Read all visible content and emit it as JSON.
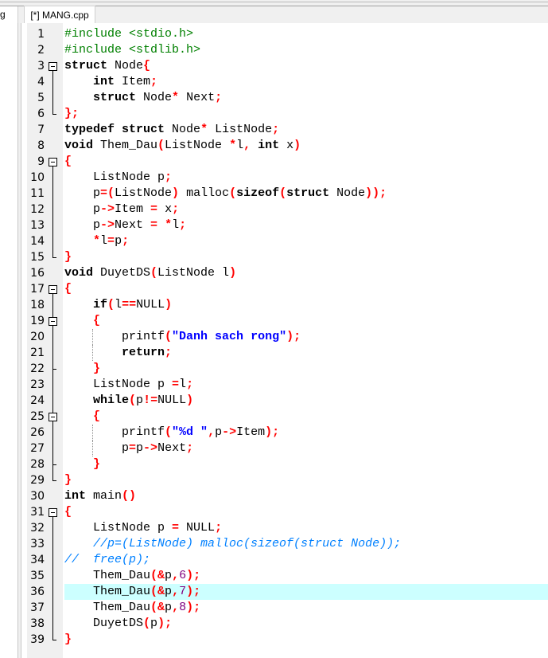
{
  "tabs": {
    "left_partial": "g",
    "active": "[*] MANG.cpp"
  },
  "highlighted_line": 36,
  "colors": {
    "preprocessor": "#008000",
    "symbol": "#ff0000",
    "string": "#0000ff",
    "comment": "#0080ff",
    "number": "#800080",
    "highlight": "#ccffff"
  },
  "lines": [
    {
      "n": "1",
      "fold": "none",
      "t": [
        [
          "p",
          "#include <stdio.h>"
        ]
      ]
    },
    {
      "n": "2",
      "fold": "none",
      "t": [
        [
          "p",
          "#include <stdlib.h>"
        ]
      ]
    },
    {
      "n": "3",
      "fold": "box",
      "t": [
        [
          "k",
          "struct"
        ],
        [
          "i",
          " Node"
        ],
        [
          "s",
          "{"
        ]
      ]
    },
    {
      "n": "4",
      "fold": "line",
      "t": [
        [
          "i",
          "    "
        ],
        [
          "k",
          "int"
        ],
        [
          "i",
          " Item"
        ],
        [
          "s",
          ";"
        ]
      ]
    },
    {
      "n": "5",
      "fold": "line",
      "t": [
        [
          "i",
          "    "
        ],
        [
          "k",
          "struct"
        ],
        [
          "i",
          " Node"
        ],
        [
          "s",
          "*"
        ],
        [
          "i",
          " Next"
        ],
        [
          "s",
          ";"
        ]
      ]
    },
    {
      "n": "6",
      "fold": "end",
      "t": [
        [
          "s",
          "};"
        ]
      ]
    },
    {
      "n": "7",
      "fold": "none",
      "t": [
        [
          "k",
          "typedef"
        ],
        [
          "i",
          " "
        ],
        [
          "k",
          "struct"
        ],
        [
          "i",
          " Node"
        ],
        [
          "s",
          "*"
        ],
        [
          "i",
          " ListNode"
        ],
        [
          "s",
          ";"
        ]
      ]
    },
    {
      "n": "8",
      "fold": "none",
      "t": [
        [
          "k",
          "void"
        ],
        [
          "i",
          " Them_Dau"
        ],
        [
          "s",
          "("
        ],
        [
          "i",
          "ListNode "
        ],
        [
          "s",
          "*"
        ],
        [
          "i",
          "l"
        ],
        [
          "s",
          ","
        ],
        [
          "i",
          " "
        ],
        [
          "k",
          "int"
        ],
        [
          "i",
          " x"
        ],
        [
          "s",
          ")"
        ]
      ]
    },
    {
      "n": "9",
      "fold": "box",
      "t": [
        [
          "s",
          "{"
        ]
      ]
    },
    {
      "n": "10",
      "fold": "line",
      "t": [
        [
          "i",
          "    ListNode p"
        ],
        [
          "s",
          ";"
        ]
      ]
    },
    {
      "n": "11",
      "fold": "line",
      "t": [
        [
          "i",
          "    p"
        ],
        [
          "s",
          "=("
        ],
        [
          "i",
          "ListNode"
        ],
        [
          "s",
          ")"
        ],
        [
          "i",
          " malloc"
        ],
        [
          "s",
          "("
        ],
        [
          "k",
          "sizeof"
        ],
        [
          "s",
          "("
        ],
        [
          "k",
          "struct"
        ],
        [
          "i",
          " Node"
        ],
        [
          "s",
          "));"
        ]
      ]
    },
    {
      "n": "12",
      "fold": "line",
      "t": [
        [
          "i",
          "    p"
        ],
        [
          "s",
          "->"
        ],
        [
          "i",
          "Item "
        ],
        [
          "s",
          "="
        ],
        [
          "i",
          " x"
        ],
        [
          "s",
          ";"
        ]
      ]
    },
    {
      "n": "13",
      "fold": "line",
      "t": [
        [
          "i",
          "    p"
        ],
        [
          "s",
          "->"
        ],
        [
          "i",
          "Next "
        ],
        [
          "s",
          "="
        ],
        [
          "i",
          " "
        ],
        [
          "s",
          "*"
        ],
        [
          "i",
          "l"
        ],
        [
          "s",
          ";"
        ]
      ]
    },
    {
      "n": "14",
      "fold": "line",
      "t": [
        [
          "i",
          "    "
        ],
        [
          "s",
          "*"
        ],
        [
          "i",
          "l"
        ],
        [
          "s",
          "="
        ],
        [
          "i",
          "p"
        ],
        [
          "s",
          ";"
        ]
      ]
    },
    {
      "n": "15",
      "fold": "end",
      "t": [
        [
          "s",
          "}"
        ]
      ]
    },
    {
      "n": "16",
      "fold": "none",
      "t": [
        [
          "k",
          "void"
        ],
        [
          "i",
          " DuyetDS"
        ],
        [
          "s",
          "("
        ],
        [
          "i",
          "ListNode l"
        ],
        [
          "s",
          ")"
        ]
      ]
    },
    {
      "n": "17",
      "fold": "box",
      "t": [
        [
          "s",
          "{"
        ]
      ]
    },
    {
      "n": "18",
      "fold": "line",
      "t": [
        [
          "i",
          "    "
        ],
        [
          "k",
          "if"
        ],
        [
          "s",
          "("
        ],
        [
          "i",
          "l"
        ],
        [
          "s",
          "=="
        ],
        [
          "i",
          "NULL"
        ],
        [
          "s",
          ")"
        ]
      ]
    },
    {
      "n": "19",
      "fold": "box2",
      "t": [
        [
          "i",
          "    "
        ],
        [
          "s",
          "{"
        ]
      ]
    },
    {
      "n": "20",
      "fold": "line",
      "guide": true,
      "t": [
        [
          "i",
          "        printf"
        ],
        [
          "s",
          "("
        ],
        [
          "t",
          "\"Danh sach rong\""
        ],
        [
          "s",
          ");"
        ]
      ]
    },
    {
      "n": "21",
      "fold": "line",
      "guide": true,
      "t": [
        [
          "i",
          "        "
        ],
        [
          "k",
          "return"
        ],
        [
          "s",
          ";"
        ]
      ]
    },
    {
      "n": "22",
      "fold": "tee",
      "t": [
        [
          "i",
          "    "
        ],
        [
          "s",
          "}"
        ]
      ]
    },
    {
      "n": "23",
      "fold": "line",
      "t": [
        [
          "i",
          "    ListNode p "
        ],
        [
          "s",
          "="
        ],
        [
          "i",
          "l"
        ],
        [
          "s",
          ";"
        ]
      ]
    },
    {
      "n": "24",
      "fold": "line",
      "t": [
        [
          "i",
          "    "
        ],
        [
          "k",
          "while"
        ],
        [
          "s",
          "("
        ],
        [
          "i",
          "p"
        ],
        [
          "s",
          "!="
        ],
        [
          "i",
          "NULL"
        ],
        [
          "s",
          ")"
        ]
      ]
    },
    {
      "n": "25",
      "fold": "box2",
      "t": [
        [
          "i",
          "    "
        ],
        [
          "s",
          "{"
        ]
      ]
    },
    {
      "n": "26",
      "fold": "line",
      "guide": true,
      "t": [
        [
          "i",
          "        printf"
        ],
        [
          "s",
          "("
        ],
        [
          "t",
          "\"%d \""
        ],
        [
          "s",
          ","
        ],
        [
          "i",
          "p"
        ],
        [
          "s",
          "->"
        ],
        [
          "i",
          "Item"
        ],
        [
          "s",
          ");"
        ]
      ]
    },
    {
      "n": "27",
      "fold": "line",
      "guide": true,
      "t": [
        [
          "i",
          "        p"
        ],
        [
          "s",
          "="
        ],
        [
          "i",
          "p"
        ],
        [
          "s",
          "->"
        ],
        [
          "i",
          "Next"
        ],
        [
          "s",
          ";"
        ]
      ]
    },
    {
      "n": "28",
      "fold": "tee",
      "t": [
        [
          "i",
          "    "
        ],
        [
          "s",
          "}"
        ]
      ]
    },
    {
      "n": "29",
      "fold": "end",
      "t": [
        [
          "s",
          "}"
        ]
      ]
    },
    {
      "n": "30",
      "fold": "none",
      "t": [
        [
          "k",
          "int"
        ],
        [
          "i",
          " main"
        ],
        [
          "s",
          "()"
        ]
      ]
    },
    {
      "n": "31",
      "fold": "box",
      "t": [
        [
          "s",
          "{"
        ]
      ]
    },
    {
      "n": "32",
      "fold": "line",
      "t": [
        [
          "i",
          "    ListNode p "
        ],
        [
          "s",
          "="
        ],
        [
          "i",
          " NULL"
        ],
        [
          "s",
          ";"
        ]
      ]
    },
    {
      "n": "33",
      "fold": "line",
      "t": [
        [
          "i",
          "    "
        ],
        [
          "c",
          "//p=(ListNode) malloc(sizeof(struct Node));"
        ]
      ]
    },
    {
      "n": "34",
      "fold": "line",
      "t": [
        [
          "c",
          "//  free(p);"
        ]
      ]
    },
    {
      "n": "35",
      "fold": "line",
      "t": [
        [
          "i",
          "    Them_Dau"
        ],
        [
          "s",
          "(&"
        ],
        [
          "i",
          "p"
        ],
        [
          "s",
          ","
        ],
        [
          "n",
          "6"
        ],
        [
          "s",
          ");"
        ]
      ]
    },
    {
      "n": "36",
      "fold": "line",
      "t": [
        [
          "i",
          "    Them_Dau"
        ],
        [
          "s",
          "(&"
        ],
        [
          "i",
          "p"
        ],
        [
          "s",
          ","
        ],
        [
          "n",
          "7"
        ],
        [
          "s",
          ");"
        ]
      ]
    },
    {
      "n": "37",
      "fold": "line",
      "t": [
        [
          "i",
          "    Them_Dau"
        ],
        [
          "s",
          "(&"
        ],
        [
          "i",
          "p"
        ],
        [
          "s",
          ","
        ],
        [
          "n",
          "8"
        ],
        [
          "s",
          ");"
        ]
      ]
    },
    {
      "n": "38",
      "fold": "line",
      "t": [
        [
          "i",
          "    DuyetDS"
        ],
        [
          "s",
          "("
        ],
        [
          "i",
          "p"
        ],
        [
          "s",
          ");"
        ]
      ]
    },
    {
      "n": "39",
      "fold": "end",
      "t": [
        [
          "s",
          "}"
        ]
      ]
    }
  ]
}
